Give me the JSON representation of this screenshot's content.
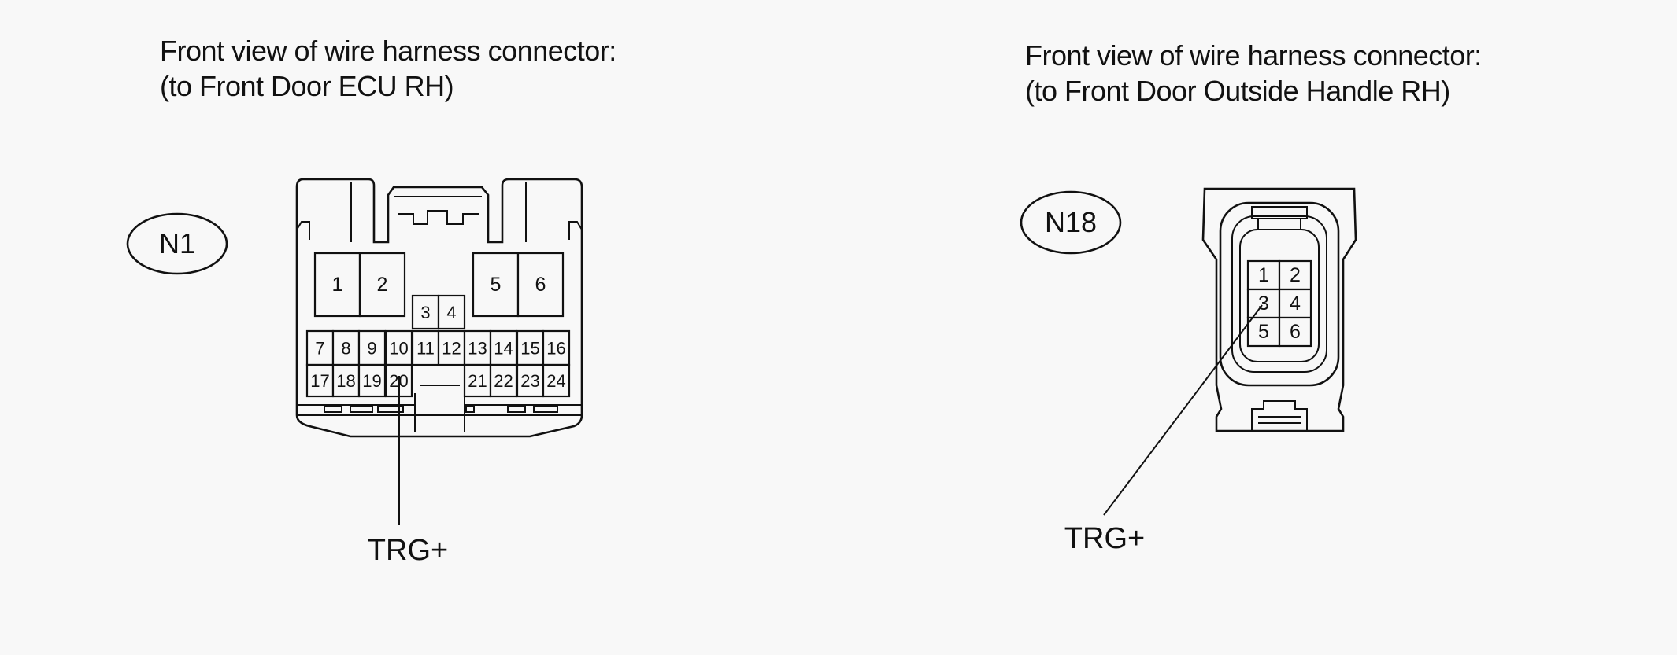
{
  "connectors": [
    {
      "caption_line1": "Front view of wire harness connector:",
      "caption_line2": "(to Front Door ECU RH)",
      "id": "N1",
      "pins": [
        "1",
        "2",
        "3",
        "4",
        "5",
        "6",
        "7",
        "8",
        "9",
        "10",
        "11",
        "12",
        "13",
        "14",
        "15",
        "16",
        "17",
        "18",
        "19",
        "20",
        "21",
        "22",
        "23",
        "24"
      ],
      "signal_label": "TRG+",
      "signal_pin": "20"
    },
    {
      "caption_line1": "Front view of wire harness connector:",
      "caption_line2": "(to Front Door Outside Handle RH)",
      "id": "N18",
      "pins": [
        "1",
        "2",
        "3",
        "4",
        "5",
        "6"
      ],
      "signal_label": "TRG+",
      "signal_pin": "3"
    }
  ]
}
